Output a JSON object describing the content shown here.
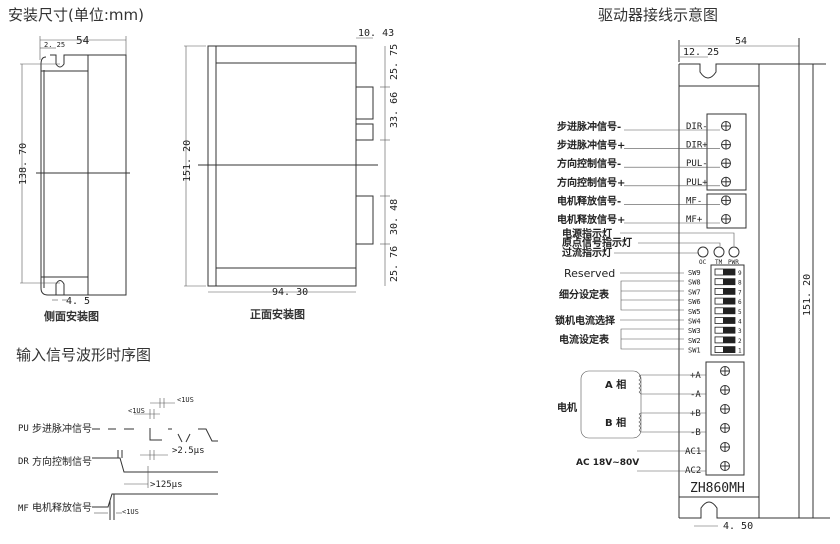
{
  "mounting": {
    "title": "安装尺寸(单位:mm)",
    "side_view": {
      "caption": "侧面安装图",
      "width": "54",
      "slot_offset": "2. 25",
      "height": "138. 70",
      "slot_width": "4. 5"
    },
    "front_view": {
      "caption": "正面安装图",
      "depth": "10. 43",
      "height": "151. 20",
      "width": "94. 30",
      "seg1": "25. 75",
      "seg2": "33. 66",
      "seg3": "30. 48",
      "seg4": "25. 76"
    }
  },
  "timing": {
    "title": "输入信号波形时序图",
    "signals": [
      {
        "code": "PU",
        "label": "步进脉冲信号"
      },
      {
        "code": "DR",
        "label": "方向控制信号"
      },
      {
        "code": "MF",
        "label": "电机释放信号"
      }
    ],
    "annotations": {
      "t1": "<1US",
      "t2": "<1US",
      "t3": ">2.5μs",
      "t4": ">125μs",
      "t5": "<1US"
    }
  },
  "wiring": {
    "title": "驱动器接线示意图",
    "width": "54",
    "slot_offset": "12. 25",
    "height": "151. 20",
    "slot_width": "4. 50",
    "model": "ZH860MH",
    "signal_terminals": [
      {
        "label": "步进脉冲信号-",
        "terminal": "DIR-"
      },
      {
        "label": "步进脉冲信号+",
        "terminal": "DIR+"
      },
      {
        "label": "方向控制信号-",
        "terminal": "PUL-"
      },
      {
        "label": "方向控制信号+",
        "terminal": "PUL+"
      },
      {
        "label": "电机释放信号-",
        "terminal": "MF-"
      },
      {
        "label": "电机释放信号+",
        "terminal": "MF+"
      }
    ],
    "indicators": {
      "labels": [
        "电源指示灯",
        "原点信号指示灯",
        "过流指示灯"
      ],
      "leds": [
        "OC",
        "TM",
        "PWR"
      ]
    },
    "switch_groups": {
      "reserved": "Reserved",
      "microstep": "细分设定表",
      "lock_current": "锁机电流选择",
      "current": "电流设定表"
    },
    "switches": [
      {
        "name": "SW9",
        "num": "9"
      },
      {
        "name": "SW8",
        "num": "8"
      },
      {
        "name": "SW7",
        "num": "7"
      },
      {
        "name": "SW6",
        "num": "6"
      },
      {
        "name": "SW5",
        "num": "5"
      },
      {
        "name": "SW4",
        "num": "4"
      },
      {
        "name": "SW3",
        "num": "3"
      },
      {
        "name": "SW2",
        "num": "2"
      },
      {
        "name": "SW1",
        "num": "1"
      }
    ],
    "motor": {
      "label": "电机",
      "phase_a": "A 相",
      "phase_b": "B 相"
    },
    "power_terminals": [
      "+A",
      "-A",
      "+B",
      "-B",
      "AC1",
      "AC2"
    ],
    "power_label": "AC 18V~80V"
  }
}
